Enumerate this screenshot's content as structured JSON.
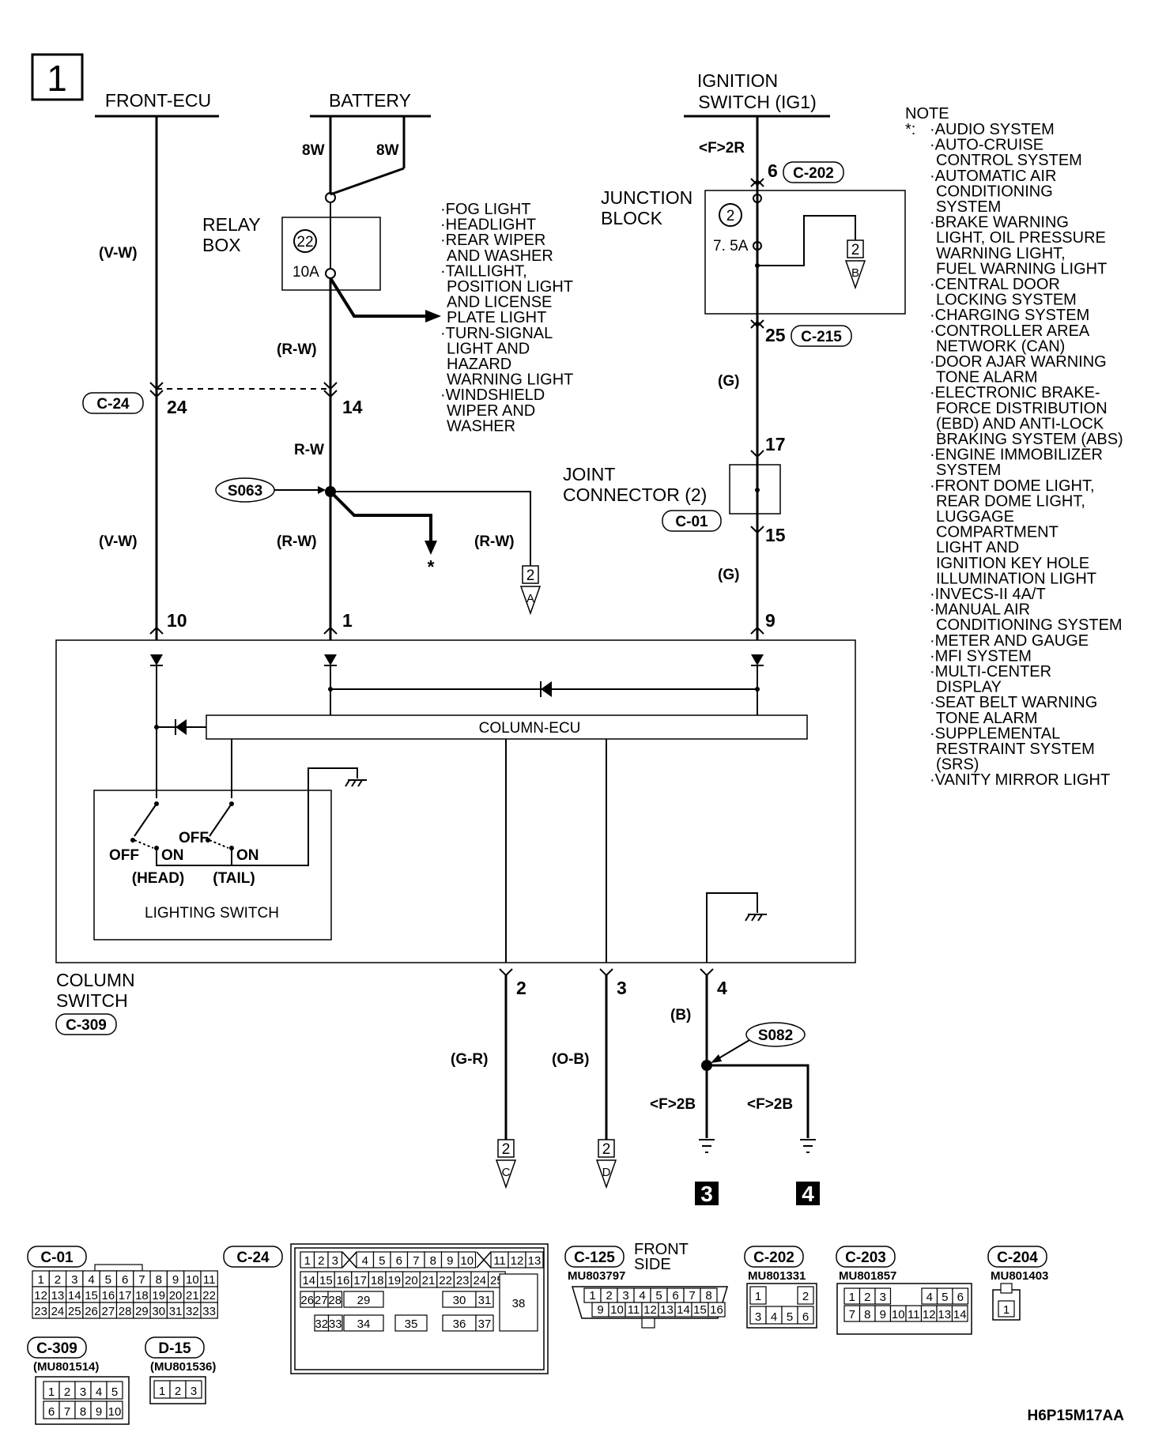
{
  "page_number": "1",
  "drawing_code": "H6P15M17AA",
  "headers": {
    "front_ecu": "FRONT-ECU",
    "battery": "BATTERY",
    "ignition_line1": "IGNITION",
    "ignition_line2": "SWITCH (IG1)"
  },
  "battery_fusible": {
    "left": "8W",
    "right": "8W"
  },
  "relay_box": {
    "label_line1": "RELAY",
    "label_line2": "BOX",
    "fuse_number": "22",
    "fuse_rating": "10A"
  },
  "relay_loads": [
    "·FOG LIGHT",
    "·HEADLIGHT",
    "·REAR WIPER",
    "AND WASHER",
    "·TAILLIGHT,",
    "POSITION LIGHT",
    "AND LICENSE",
    "PLATE LIGHT",
    "·TURN-SIGNAL",
    "LIGHT AND",
    "HAZARD",
    "WARNING LIGHT",
    "·WINDSHIELD",
    "WIPER AND",
    "WASHER"
  ],
  "junction_block": {
    "label_line1": "JUNCTION",
    "label_line2": "BLOCK",
    "fuse_number": "2",
    "fuse_rating": "7. 5A",
    "offpage_number": "2",
    "offpage_letter": "B"
  },
  "ignition_wires": {
    "conn_label": "<F>2R",
    "pin_in": "6",
    "conn_in": "C-202",
    "pin_out": "25",
    "conn_out": "C-215",
    "wire_color": "(G)"
  },
  "joint_connector": {
    "label_line1": "JOINT",
    "label_line2": "CONNECTOR (2)",
    "connector": "C-01",
    "pin_in": "17",
    "pin_out": "15",
    "wire_color_below": "(G)",
    "column_pin": "9"
  },
  "front_ecu_wires": {
    "color_upper": "(V-W)",
    "connector": "C-24",
    "pin": "24",
    "color_lower": "(V-W)",
    "column_pin": "10"
  },
  "battery_wires": {
    "color_upper": "(R-W)",
    "pin": "14",
    "color_mid": "R-W",
    "splice": "S063",
    "color_lower": "(R-W)",
    "color_branch": "(R-W)",
    "star": "*",
    "offpage_number": "2",
    "offpage_letter": "A",
    "column_pin": "1"
  },
  "column_switch": {
    "ecu_label": "COLUMN-ECU",
    "lighting_switch_label": "LIGHTING SWITCH",
    "head_off": "OFF",
    "head_on": "ON",
    "head_label": "(HEAD)",
    "tail_off": "OFF",
    "tail_on": "ON",
    "tail_label": "(TAIL)",
    "label_line1": "COLUMN",
    "label_line2": "SWITCH",
    "connector": "C-309"
  },
  "outputs": [
    {
      "pin": "2",
      "color": "(G-R)",
      "offpage_number": "2",
      "offpage_letter": "C"
    },
    {
      "pin": "3",
      "color": "(O-B)",
      "offpage_number": "2",
      "offpage_letter": "D"
    }
  ],
  "ground": {
    "pin": "4",
    "color": "(B)",
    "splice": "S082",
    "left_conn": "<F>2B",
    "right_conn": "<F>2B",
    "ground_left": "3",
    "ground_right": "4"
  },
  "note": {
    "title": "NOTE",
    "star": "*:",
    "items": [
      "·AUDIO SYSTEM",
      "·AUTO-CRUISE",
      "CONTROL SYSTEM",
      "·AUTOMATIC AIR",
      "CONDITIONING",
      "SYSTEM",
      "·BRAKE WARNING",
      "LIGHT, OIL PRESSURE",
      "WARNING LIGHT,",
      "FUEL WARNING LIGHT",
      "·CENTRAL DOOR",
      "LOCKING SYSTEM",
      "·CHARGING SYSTEM",
      "·CONTROLLER AREA",
      "NETWORK (CAN)",
      "·DOOR AJAR WARNING",
      "TONE ALARM",
      "·ELECTRONIC BRAKE-",
      "FORCE DISTRIBUTION",
      "(EBD) AND ANTI-LOCK",
      "BRAKING SYSTEM (ABS)",
      "·ENGINE IMMOBILIZER",
      "SYSTEM",
      "·FRONT DOME LIGHT,",
      "REAR DOME LIGHT,",
      "LUGGAGE",
      "COMPARTMENT",
      "LIGHT AND",
      "IGNITION KEY HOLE",
      "ILLUMINATION LIGHT",
      "·INVECS-II 4A/T",
      "·MANUAL AIR",
      "CONDITIONING SYSTEM",
      "·METER AND GAUGE",
      "·MFI SYSTEM",
      "·MULTI-CENTER",
      "DISPLAY",
      "·SEAT BELT WARNING",
      "TONE ALARM",
      "·SUPPLEMENTAL",
      "RESTRAINT SYSTEM",
      "(SRS)",
      "·VANITY MIRROR LIGHT"
    ]
  },
  "connectors": {
    "c01": {
      "id": "C-01",
      "row1": [
        "1",
        "2",
        "3",
        "4",
        "5",
        "6",
        "7",
        "8",
        "9",
        "10",
        "11"
      ],
      "row2": [
        "12",
        "13",
        "14",
        "15",
        "16",
        "17",
        "18",
        "19",
        "20",
        "21",
        "22"
      ],
      "row3": [
        "23",
        "24",
        "25",
        "26",
        "27",
        "28",
        "29",
        "30",
        "31",
        "32",
        "33"
      ]
    },
    "c24": {
      "id": "C-24",
      "row1": [
        "1",
        "2",
        "3",
        "4",
        "5",
        "6",
        "7",
        "8",
        "9",
        "10",
        "11",
        "12",
        "13"
      ],
      "row2": [
        "14",
        "15",
        "16",
        "17",
        "18",
        "19",
        "20",
        "21",
        "22",
        "23",
        "24",
        "25"
      ],
      "row3": [
        "26",
        "27",
        "28",
        "29",
        "30",
        "31"
      ],
      "row4": [
        "32",
        "33",
        "34",
        "35",
        "36",
        "37"
      ],
      "big": "38"
    },
    "c125": {
      "id": "C-125",
      "side_line1": "FRONT",
      "side_line2": "SIDE",
      "part": "MU803797",
      "row1": [
        "1",
        "2",
        "3",
        "4",
        "5",
        "6",
        "7",
        "8"
      ],
      "row2": [
        "9",
        "10",
        "11",
        "12",
        "13",
        "14",
        "15",
        "16"
      ]
    },
    "c202": {
      "id": "C-202",
      "part": "MU801331",
      "row1": [
        "1",
        "2"
      ],
      "row2": [
        "3",
        "4",
        "5",
        "6"
      ]
    },
    "c203": {
      "id": "C-203",
      "part": "MU801857",
      "row1": [
        "1",
        "2",
        "3",
        "4",
        "5",
        "6"
      ],
      "row2": [
        "7",
        "8",
        "9",
        "10",
        "11",
        "12",
        "13",
        "14"
      ]
    },
    "c204": {
      "id": "C-204",
      "part": "MU801403",
      "row1": [
        "1"
      ]
    },
    "c309": {
      "id": "C-309",
      "part": "(MU801514)",
      "row1": [
        "1",
        "2",
        "3",
        "4",
        "5"
      ],
      "row2": [
        "6",
        "7",
        "8",
        "9",
        "10"
      ]
    },
    "d15": {
      "id": "D-15",
      "part": "(MU801536)",
      "row1": [
        "1",
        "2",
        "3"
      ]
    }
  }
}
